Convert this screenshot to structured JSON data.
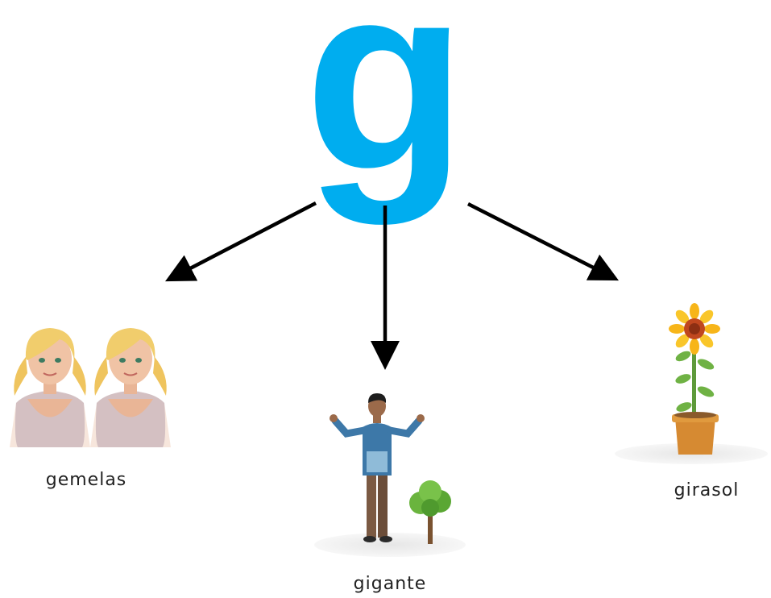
{
  "letter": "g",
  "colors": {
    "letter": "#00adef",
    "arrow": "#000000",
    "text": "#222222"
  },
  "words": [
    {
      "label": "gemelas",
      "icon": "twin-girls-icon"
    },
    {
      "label": "gigante",
      "icon": "giant-man-with-tree-icon"
    },
    {
      "label": "girasol",
      "icon": "sunflower-pot-icon"
    }
  ]
}
